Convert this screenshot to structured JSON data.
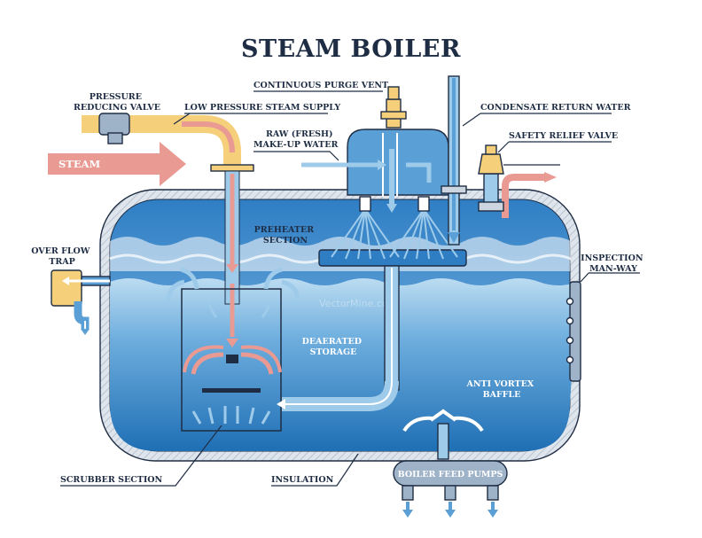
{
  "title": "STEAM BOILER",
  "labels": {
    "pressure_reducing_valve": [
      "PRESSURE",
      "REDUCING VALVE"
    ],
    "low_pressure_steam_supply": "LOW PRESSURE STEAM SUPPLY",
    "continuous_purge_vent": "CONTINUOUS PURGE VENT",
    "condensate_return_water": "CONDENSATE RETURN WATER",
    "raw_make_up_water": [
      "RAW (FRESH)",
      "MAKE-UP WATER"
    ],
    "safety_relief_valve": "SAFETY RELIEF VALVE",
    "steam": "STEAM",
    "over_flow_trap": [
      "OVER FLOW",
      "TRAP"
    ],
    "preheater_section": [
      "PREHEATER",
      "SECTION"
    ],
    "inspection_man_way": [
      "INSPECTION",
      "MAN-WAY"
    ],
    "deaerated_storage": [
      "DEAERATED",
      "STORAGE"
    ],
    "anti_vortex_baffle": [
      "ANTI VORTEX",
      "BAFFLE"
    ],
    "boiler_feed_pumps": "BOILER FEED PUMPS",
    "scrubber_section": "SCRUBBER SECTION",
    "insulation": "INSULATION"
  },
  "watermark": "VectorMine.com",
  "colors": {
    "outline": "#1f2d44",
    "water_light": "#9fcbea",
    "water_deep": "#1f6fb5",
    "steam_arrow": "#e89a93",
    "pipe_yellow": "#f5cf7a",
    "tank_gray": "#cdd6e0",
    "blue_arrow": "#5a9fd6"
  }
}
